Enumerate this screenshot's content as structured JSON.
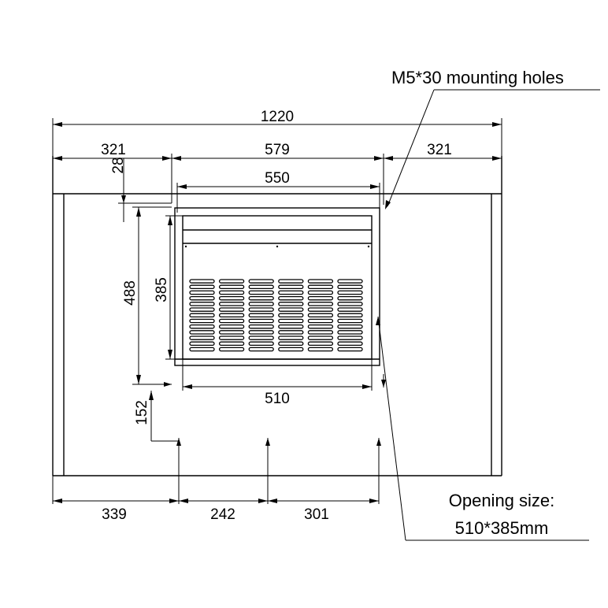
{
  "notes": {
    "mounting_holes": "M5*30 mounting holes",
    "opening_line1": "Opening size:",
    "opening_line2": "510*385mm"
  },
  "dimensions": {
    "overall_width": "1220",
    "left_offset_top": "321",
    "center_width": "579",
    "right_offset_top": "321",
    "top_gap": "28",
    "hole_spacing_width": "550",
    "hole_spacing_height": "488",
    "opening_height": "385",
    "opening_width": "510",
    "bottom_offset": "152",
    "bottom_left": "339",
    "bottom_middle": "242",
    "bottom_right": "301"
  },
  "grille": {
    "columns": 6,
    "slots_per_column": 13
  }
}
